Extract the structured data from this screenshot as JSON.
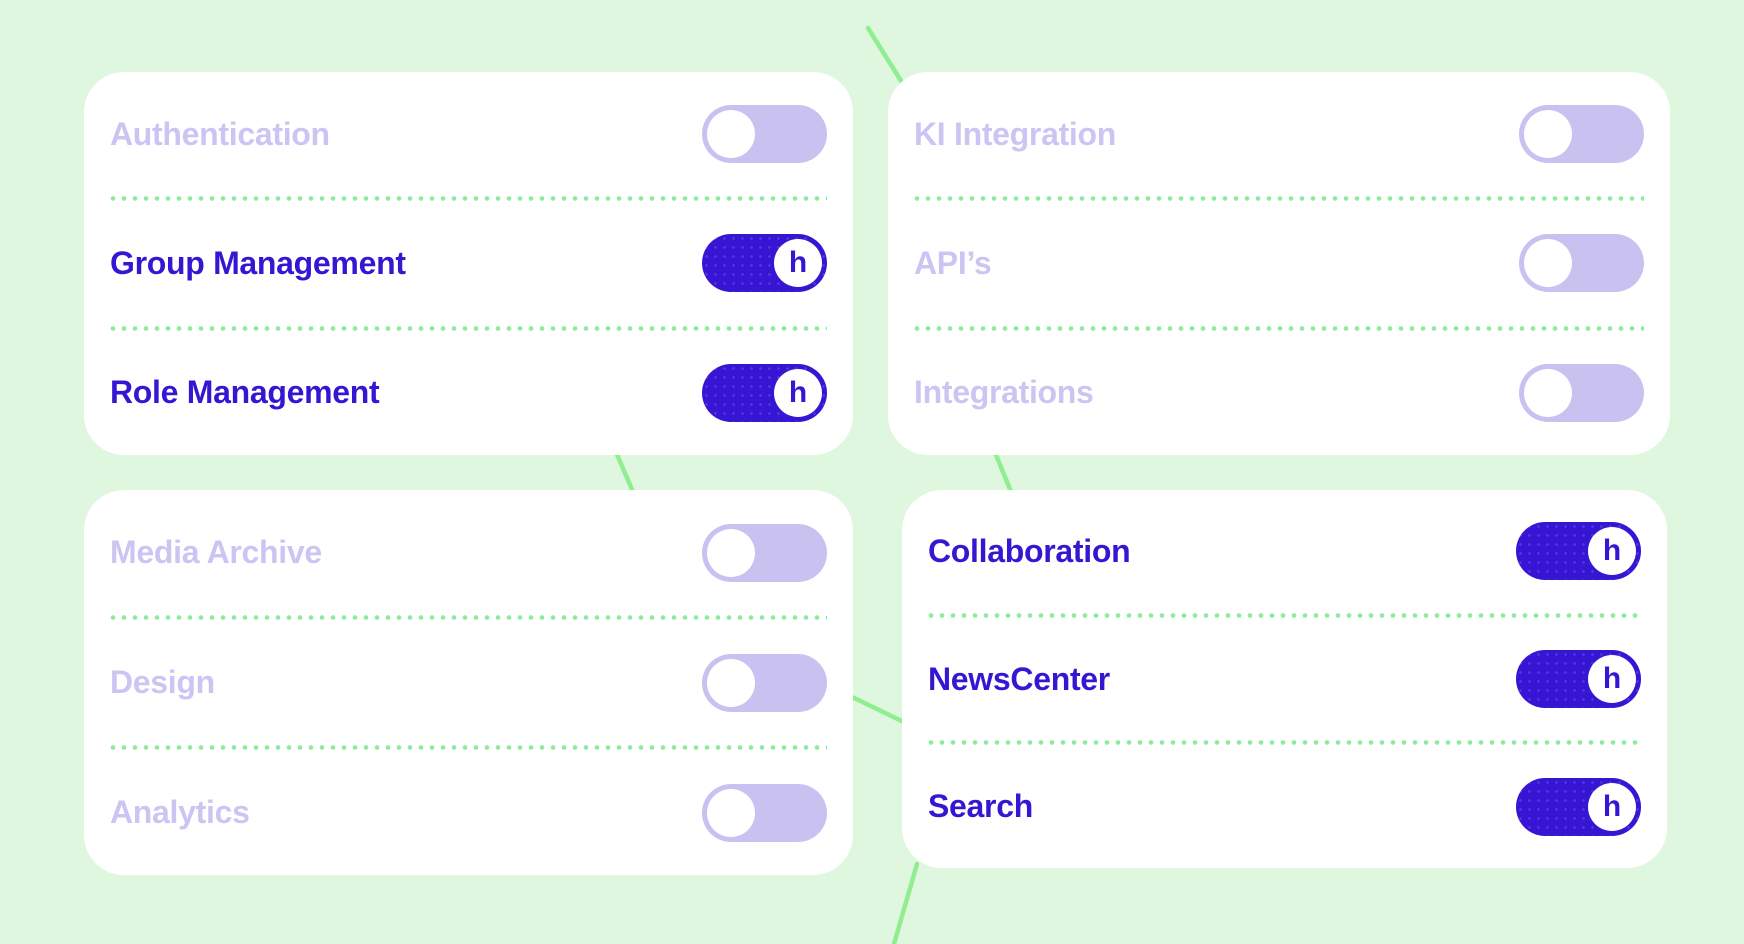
{
  "page": {
    "background_color": "#dff7df",
    "connector_line_color": "#90ee90",
    "divider_dot_color": "#8deb9c"
  },
  "colors": {
    "accent_indigo": "#3716d3",
    "muted_lavender": "#ccc5f3",
    "toggle_off_track": "#c9c2f1",
    "toggle_knob": "#ffffff"
  },
  "toggle": {
    "glyph": "h"
  },
  "cards": [
    {
      "items": [
        {
          "label": "Authentication",
          "enabled": false
        },
        {
          "label": "Group Management",
          "enabled": true
        },
        {
          "label": "Role Management",
          "enabled": true
        }
      ]
    },
    {
      "items": [
        {
          "label": "KI Integration",
          "enabled": false
        },
        {
          "label": "API’s",
          "enabled": false
        },
        {
          "label": "Integrations",
          "enabled": false
        }
      ]
    },
    {
      "items": [
        {
          "label": "Media Archive",
          "enabled": false
        },
        {
          "label": "Design",
          "enabled": false
        },
        {
          "label": "Analytics",
          "enabled": false
        }
      ]
    },
    {
      "items": [
        {
          "label": "Collaboration",
          "enabled": true
        },
        {
          "label": "NewsCenter",
          "enabled": true
        },
        {
          "label": "Search",
          "enabled": true
        }
      ]
    }
  ]
}
